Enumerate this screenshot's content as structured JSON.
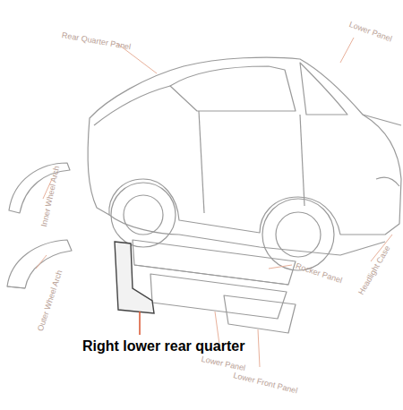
{
  "diagram": {
    "labels": [
      "Rear Quarter Panel",
      "Lower Panel",
      "Inner Wheel Arch",
      "Outer Wheel Arch",
      "Rocker Panel",
      "Lower Panel",
      "Lower Front Panel",
      "Headlight Case",
      "Right lower rear quarter"
    ]
  }
}
